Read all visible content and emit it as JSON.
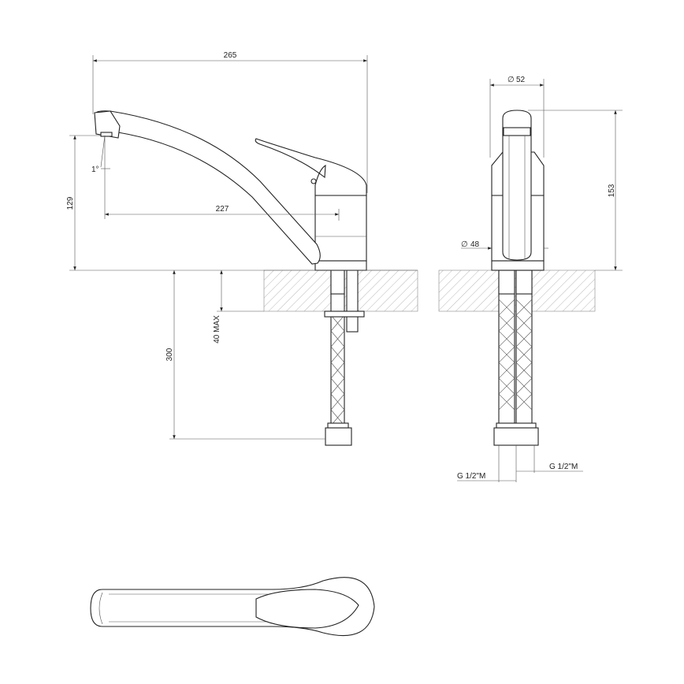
{
  "drawing": {
    "side_view": {
      "overall_length": "265",
      "spout_angle": "1°",
      "spout_height": "129",
      "spout_reach": "227",
      "hose_length": "300",
      "max_counter_thickness": "40 MAX"
    },
    "front_view": {
      "top_diameter": "52",
      "base_diameter": "48",
      "diameter_symbol": "∅",
      "total_height": "153",
      "connection_left": "G 1/2\"M",
      "connection_right": "G 1/2\"M"
    }
  }
}
